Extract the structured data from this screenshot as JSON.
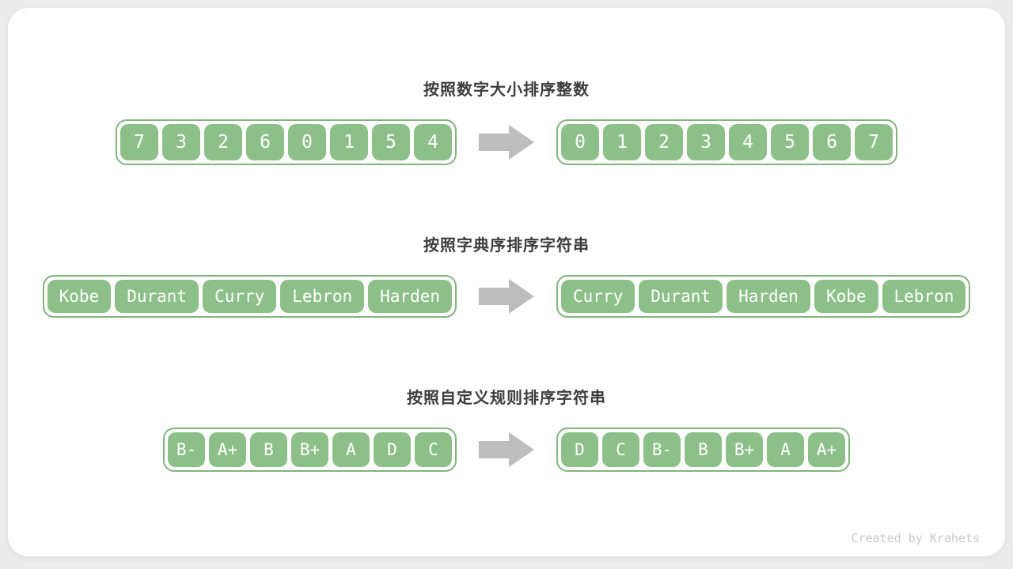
{
  "colors": {
    "page_background": "#ececec",
    "card_background": "#ffffff",
    "cell_green": "#8dbf89",
    "container_border_green": "#82b57e",
    "arrow_gray": "#bdbdbd",
    "title_text": "#3c3c3c",
    "cell_text": "#ffffff",
    "footer_text": "#c9c9c9"
  },
  "sections": [
    {
      "title": "按照数字大小排序整数",
      "input": [
        "7",
        "3",
        "2",
        "6",
        "0",
        "1",
        "5",
        "4"
      ],
      "output": [
        "0",
        "1",
        "2",
        "3",
        "4",
        "5",
        "6",
        "7"
      ]
    },
    {
      "title": "按照字典序排序字符串",
      "input": [
        "Kobe",
        "Durant",
        "Curry",
        "Lebron",
        "Harden"
      ],
      "output": [
        "Curry",
        "Durant",
        "Harden",
        "Kobe",
        "Lebron"
      ]
    },
    {
      "title": "按照自定义规则排序字符串",
      "input": [
        "B-",
        "A+",
        "B",
        "B+",
        "A",
        "D",
        "C"
      ],
      "output": [
        "D",
        "C",
        "B-",
        "B",
        "B+",
        "A",
        "A+"
      ]
    }
  ],
  "footer": {
    "credit": "Created by Krahets"
  }
}
